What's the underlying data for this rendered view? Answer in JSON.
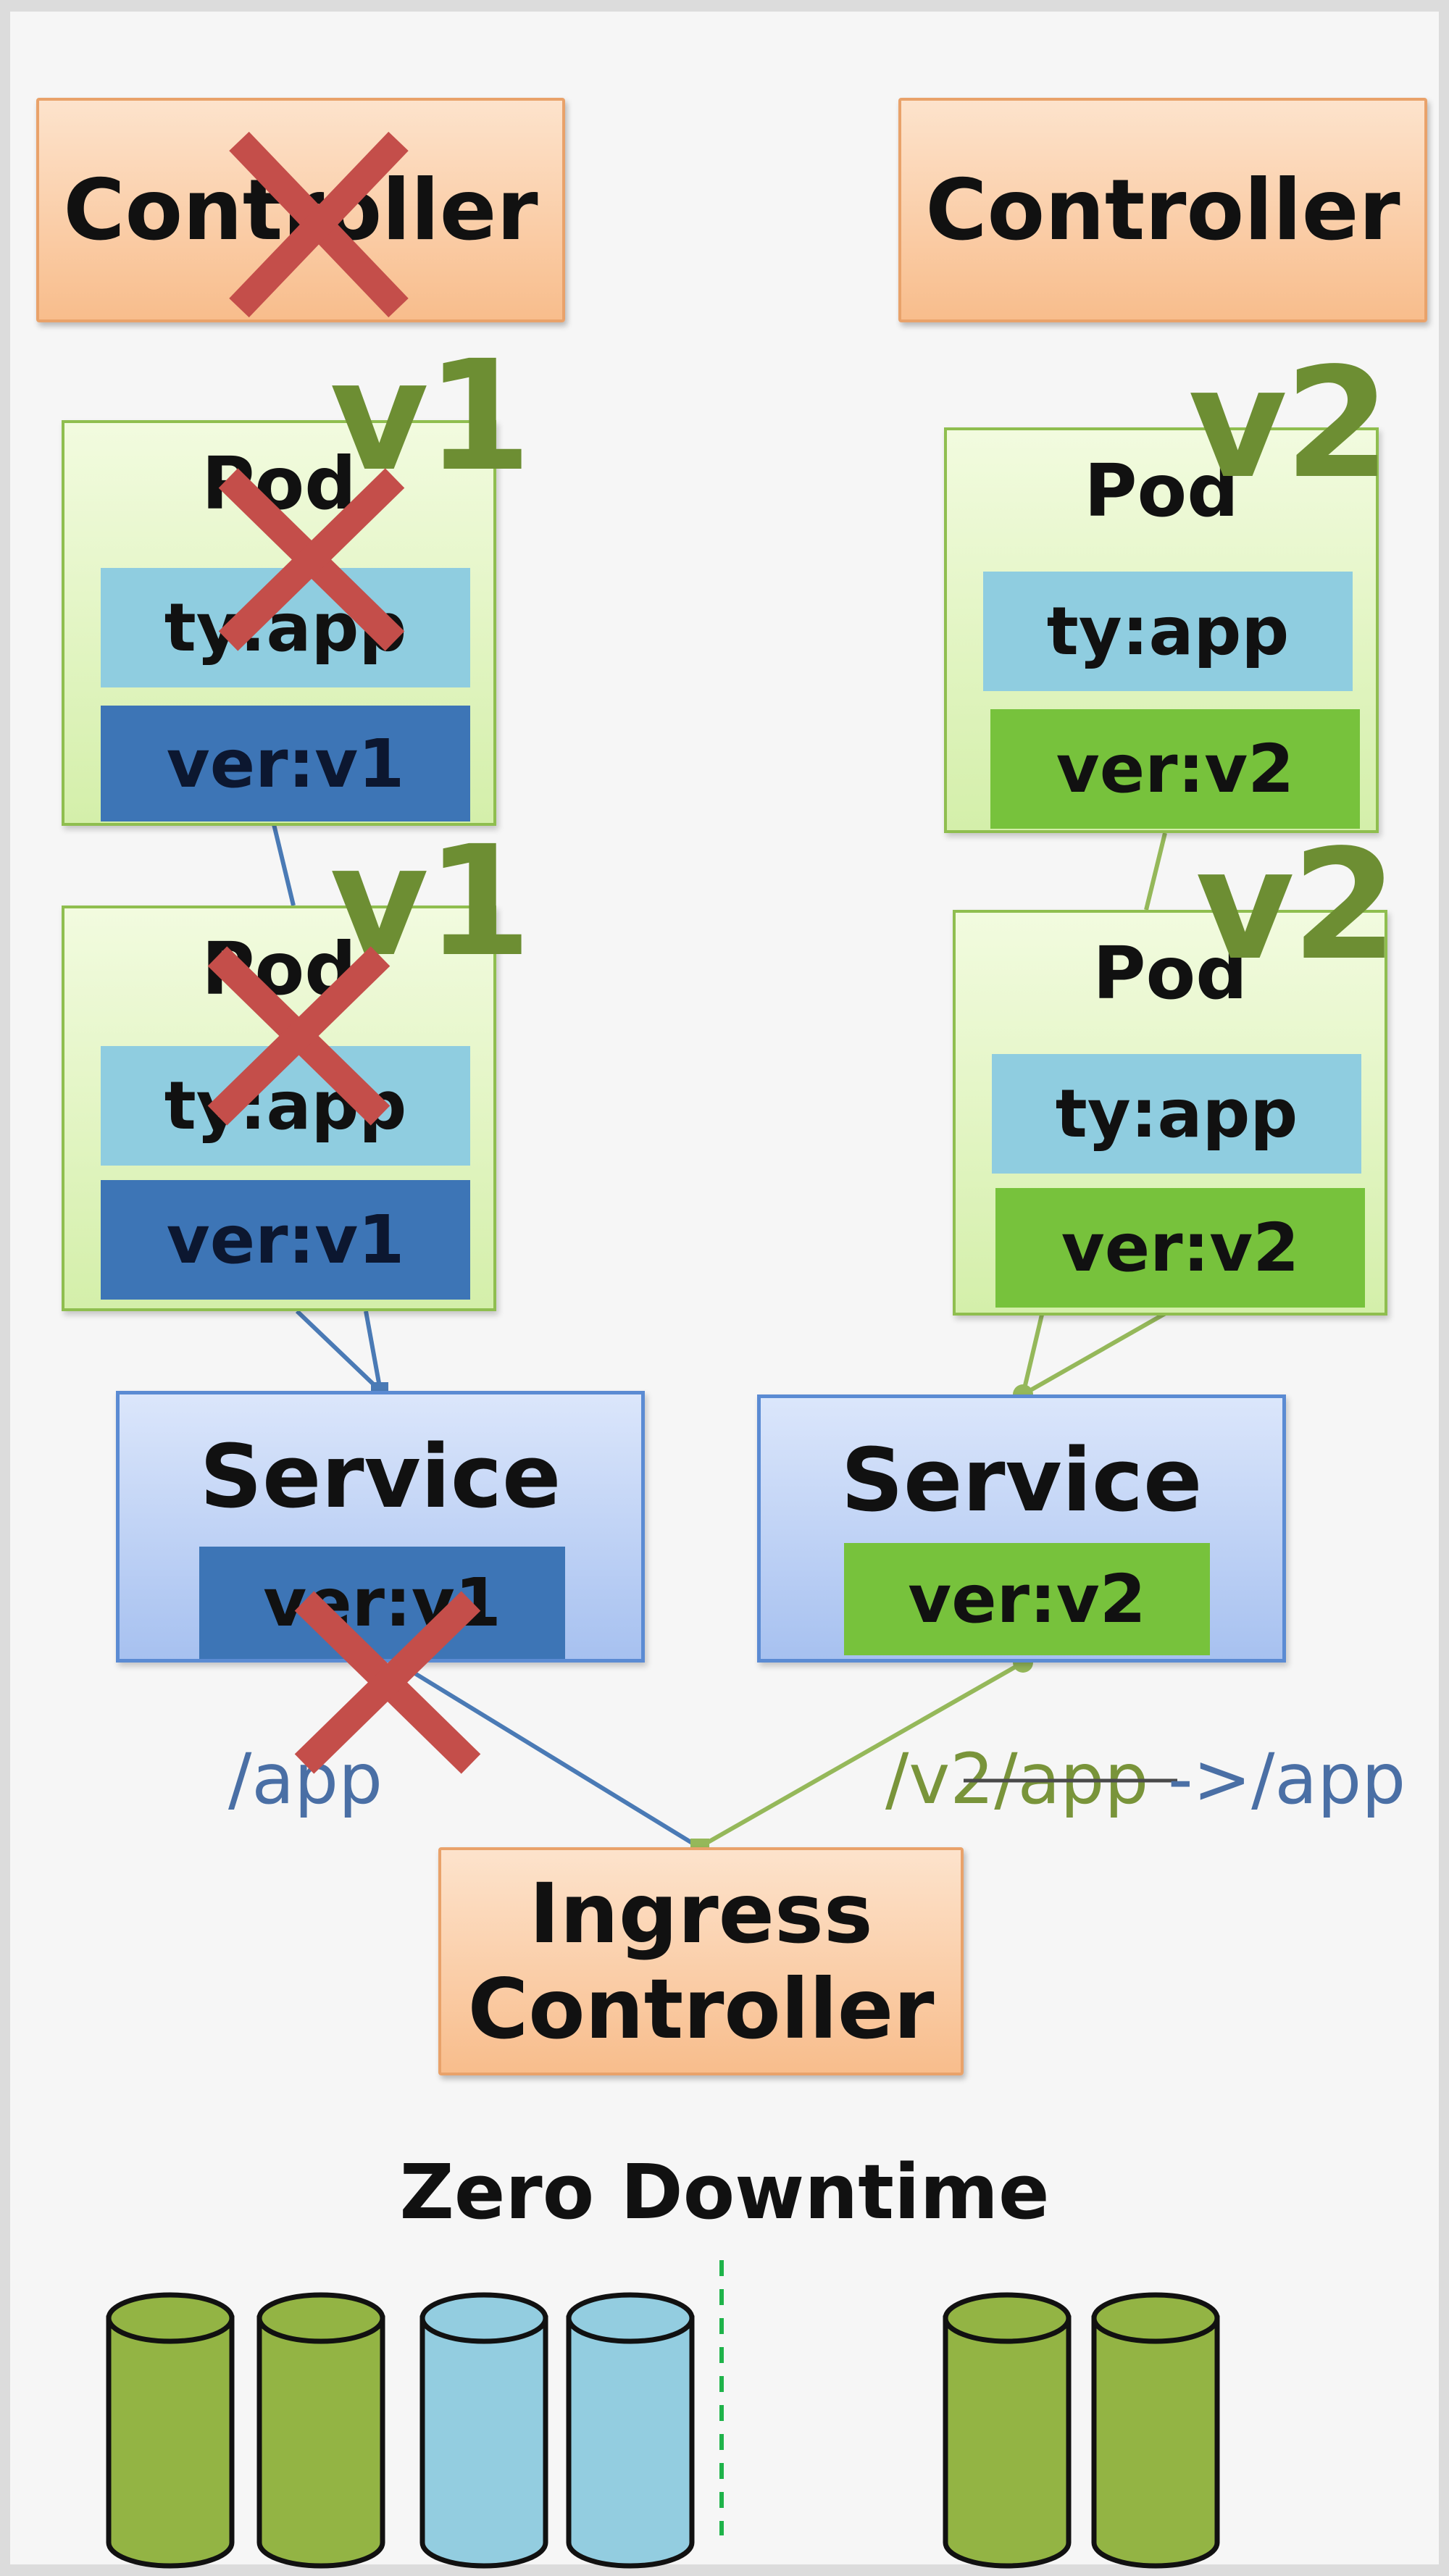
{
  "top_controllers": {
    "left": "Controller",
    "right": "Controller"
  },
  "version_markers": {
    "v1_a": "v1",
    "v1_b": "v1",
    "v2_a": "v2",
    "v2_b": "v2"
  },
  "pods": {
    "v1_top": {
      "title": "Pod",
      "type_label": "ty:app",
      "version_label": "ver:v1"
    },
    "v1_bottom": {
      "title": "Pod",
      "type_label": "ty:app",
      "version_label": "ver:v1"
    },
    "v2_top": {
      "title": "Pod",
      "type_label": "ty:app",
      "version_label": "ver:v2"
    },
    "v2_bottom": {
      "title": "Pod",
      "type_label": "ty:app",
      "version_label": "ver:v2"
    }
  },
  "services": {
    "v1": {
      "title": "Service",
      "selector": "ver:v1"
    },
    "v2": {
      "title": "Service",
      "selector": "ver:v2"
    }
  },
  "paths": {
    "v1": "/app",
    "v2_old": "/v2/app",
    "v2_new": "->/app"
  },
  "ingress": {
    "line1": "Ingress",
    "line2": "Controller"
  },
  "caption": "Zero Downtime",
  "colors": {
    "cross": "#c44e4a",
    "v1_line": "#4a7ab5",
    "v2_line": "#95b85a",
    "cyl_green": "#93b444",
    "cyl_blue": "#93cde0",
    "divider": "#1fb34a"
  },
  "cylinders": [
    "green",
    "green",
    "blue",
    "blue",
    "green",
    "green"
  ]
}
